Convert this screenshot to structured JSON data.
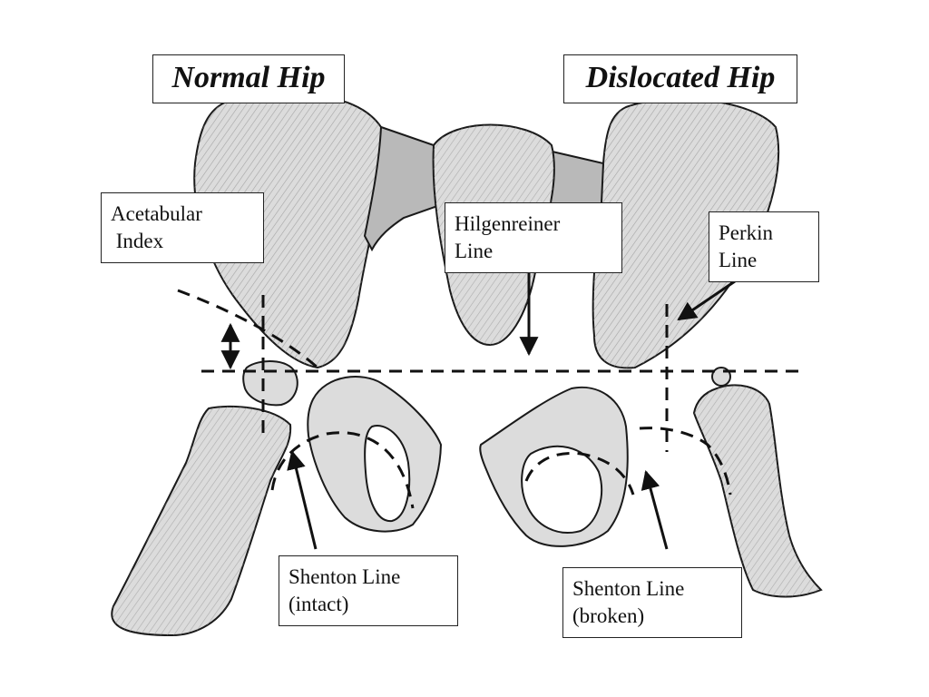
{
  "titles": {
    "normal": "Normal Hip",
    "dislocated": "Dislocated Hip"
  },
  "labels": {
    "acetabular_index": "Acetabular\n Index",
    "hilgenreiner_line": "Hilgenreiner\nLine",
    "perkin_line": "Perkin\nLine",
    "shenton_intact": "Shenton Line\n(intact)",
    "shenton_broken": "Shenton Line\n(broken)"
  },
  "colors": {
    "bone_fill": "#dcdcdc",
    "bone_shade": "#b9b9b9",
    "ink": "#111111"
  }
}
